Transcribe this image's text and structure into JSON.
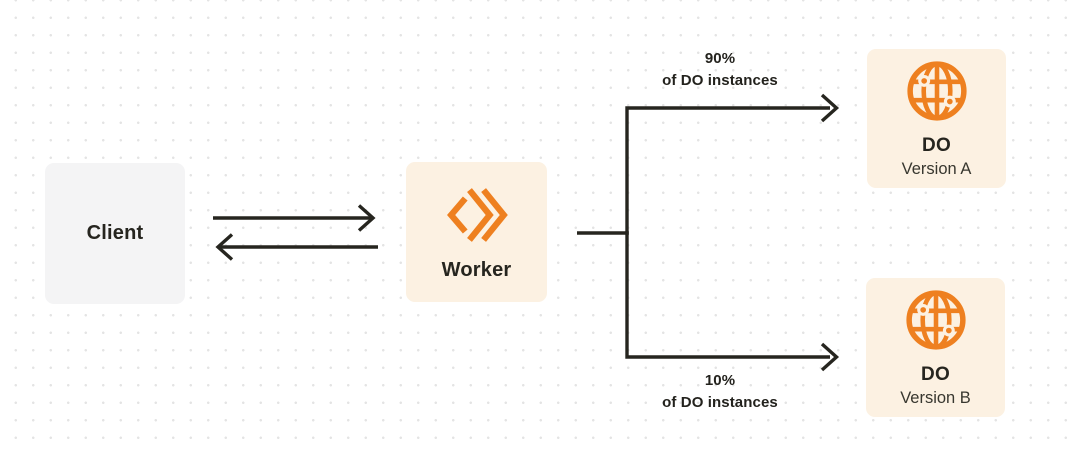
{
  "diagram": {
    "type": "flow-diagram",
    "description_hint": "traffic-split between two Durable Object versions behind a Worker",
    "nodes": {
      "client": {
        "label": "Client",
        "shape": "rounded-square",
        "fill": "#F4F4F5"
      },
      "worker": {
        "label": "Worker",
        "icon": "workers-icon",
        "shape": "rounded-square",
        "fill": "#FCF1E2"
      },
      "do_version_a": {
        "title": "DO",
        "subtitle": "Version A",
        "icon": "durable-object-globe-icon",
        "shape": "rounded-square",
        "fill": "#FCF1E2"
      },
      "do_version_b": {
        "title": "DO",
        "subtitle": "Version B",
        "icon": "durable-object-globe-icon",
        "shape": "rounded-square",
        "fill": "#FCF1E2"
      }
    },
    "edges": {
      "client_worker": {
        "from": "client",
        "to": "worker",
        "style": "two-opposing-arrows",
        "label": ""
      },
      "worker_do_a": {
        "from": "worker",
        "to": "do_version_a",
        "percent": "90%",
        "caption": "of DO instances"
      },
      "worker_do_b": {
        "from": "worker",
        "to": "do_version_b",
        "percent": "10%",
        "caption": "of DO instances"
      }
    }
  },
  "colors": {
    "orange": "#EE8020",
    "card_cream": "#FCF1E2",
    "card_gray": "#F4F4F5",
    "line_dark": "#26251F",
    "grid_dot": "#E4E4E4",
    "background": "#FFFFFF"
  }
}
